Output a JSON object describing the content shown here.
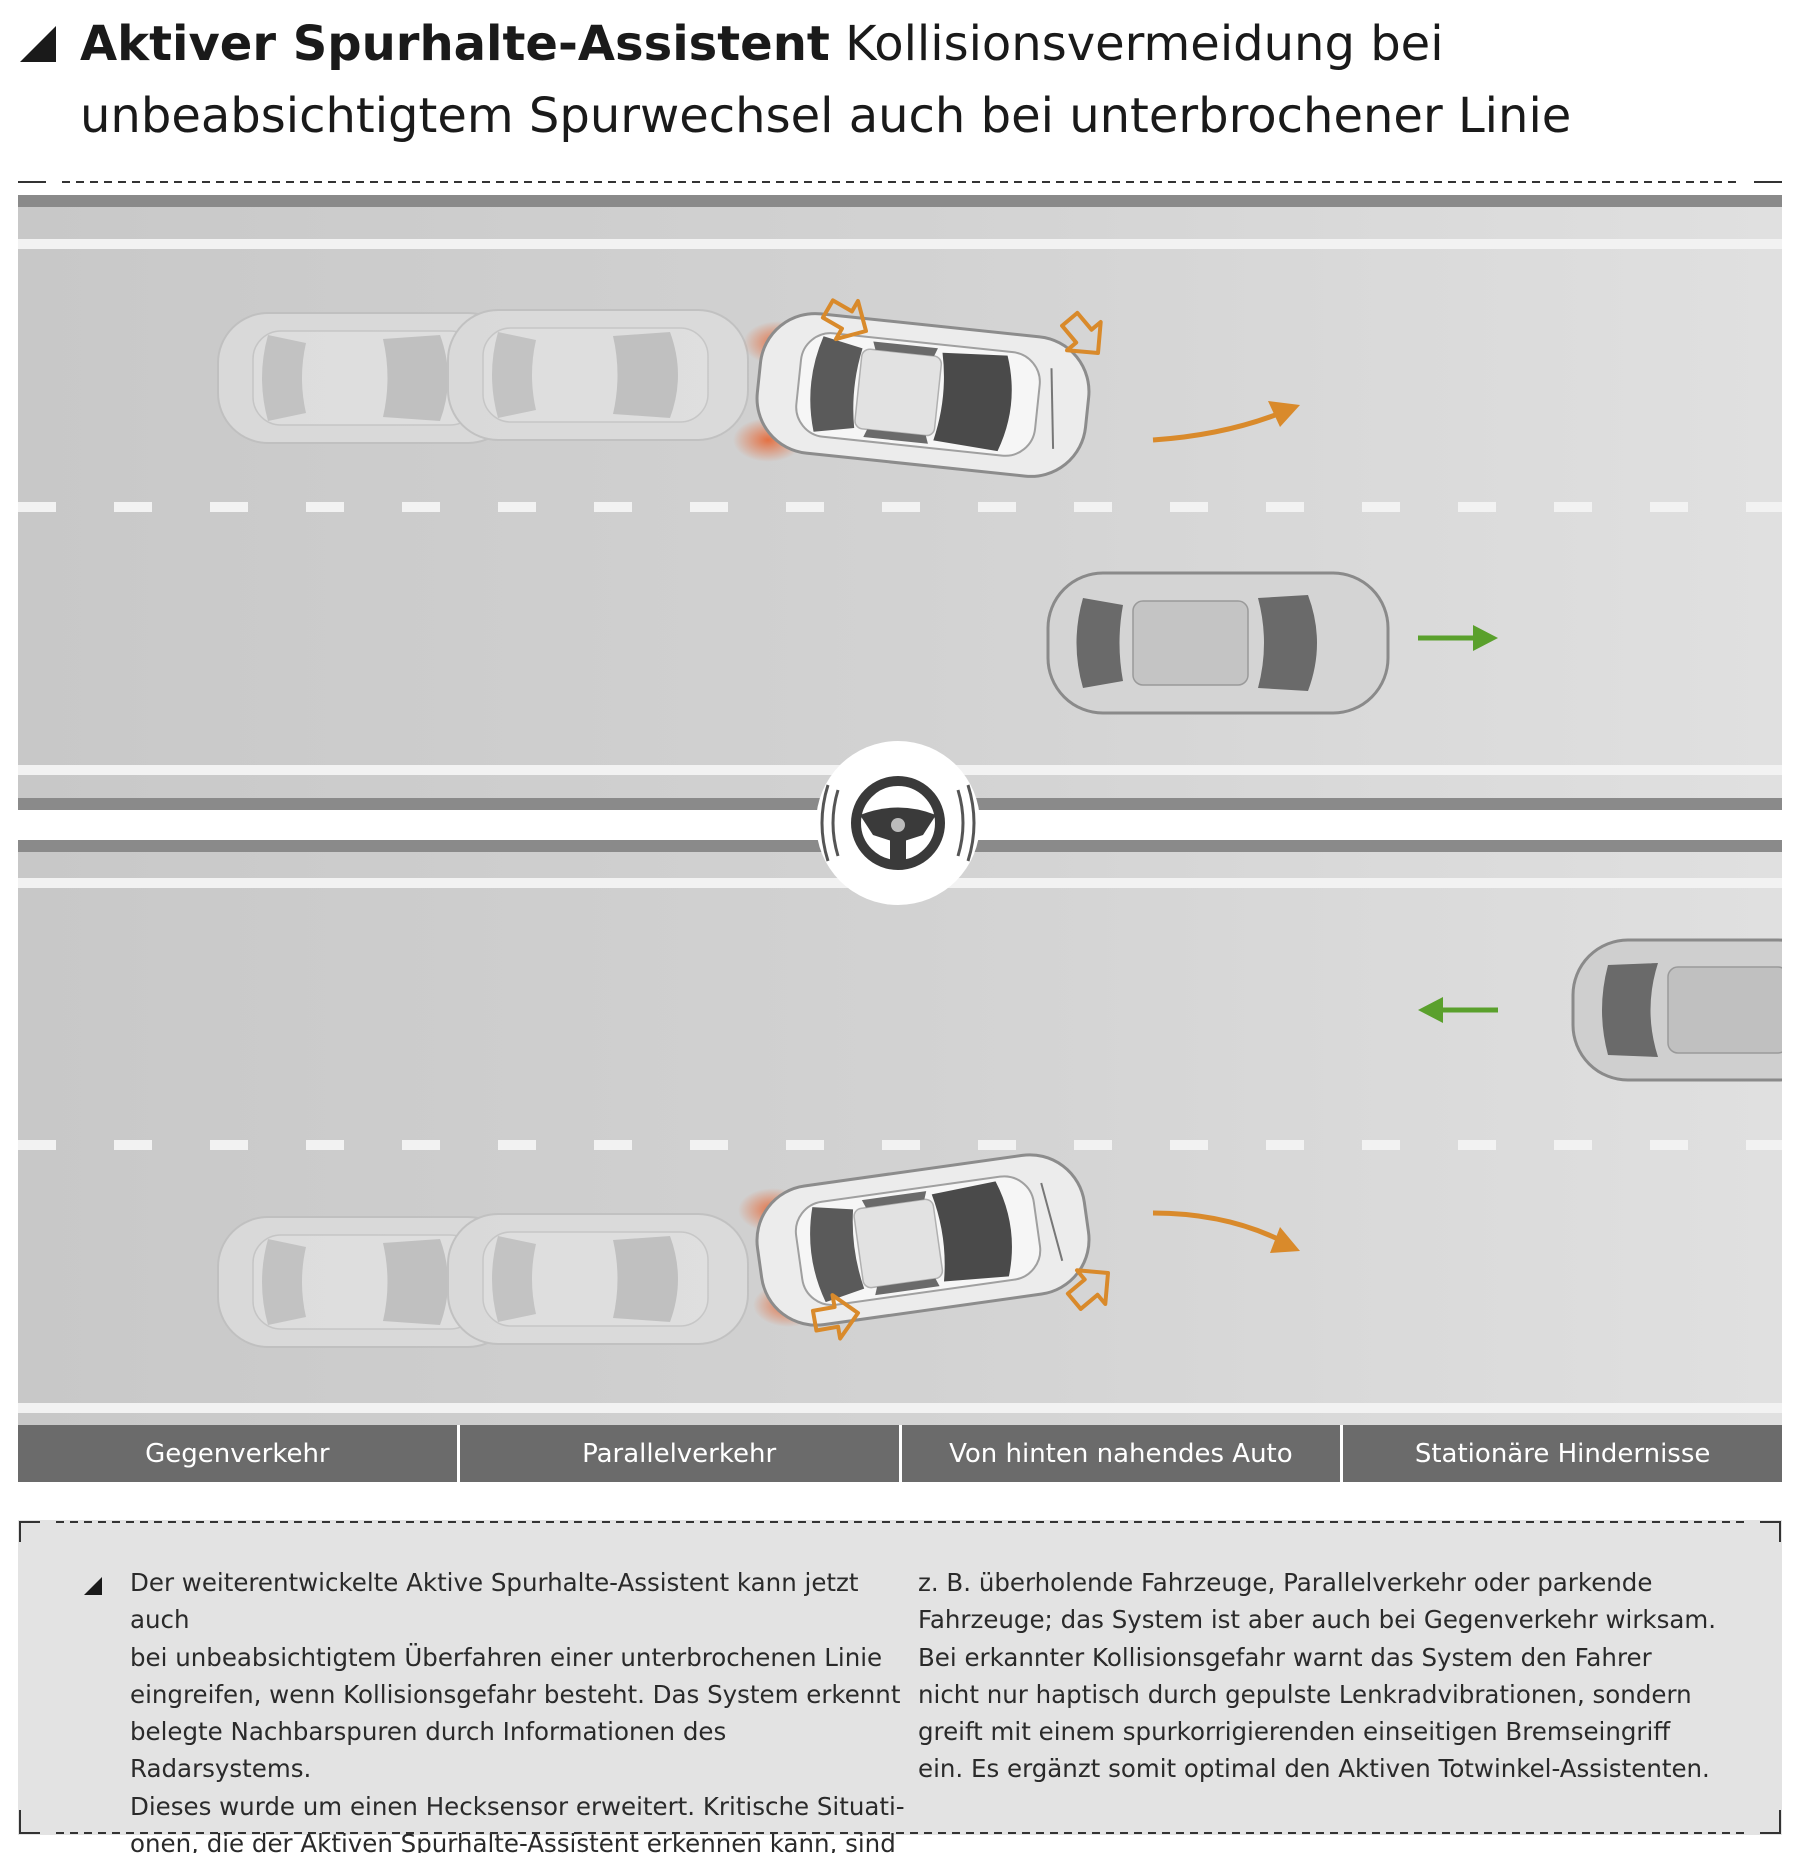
{
  "header": {
    "title_bold": "Aktiver Spurhalte-Assistent",
    "title_rest": "Kollisionsvermeidung bei unbeabsichtigtem Spurwechsel auch bei unterbrochener Linie"
  },
  "categories": [
    "Gegenverkehr",
    "Parallelverkehr",
    "Von hinten nahendes Auto",
    "Stationäre Hindernisse"
  ],
  "info": {
    "column1": "Der weiterentwickelte Aktive Spurhalte-Assistent kann jetzt auch\nbei unbeabsichtigtem Überfahren einer unterbrochenen Linie\neingreifen, wenn Kollisionsgefahr besteht. Das System erkennt\nbelegte Nachbarspuren durch Informationen des Radarsystems.\nDieses wurde um einen Hecksensor erweitert. Kritische Situati-\nonen, die der Aktiven Spurhalte-Assistent erkennen kann, sind",
    "column2": "z. B. überholende Fahrzeuge, Parallelverkehr oder parkende\nFahrzeuge; das System ist aber auch bei Gegenverkehr wirksam.\nBei erkannter Kollisionsgefahr warnt das System den Fahrer\nnicht nur haptisch durch gepulste Lenkradvibrationen, sondern\ngreift mit einem spurkorrigierenden einseitigen Bremseingriff\nein. Es ergänzt somit optimal den Aktiven Totwinkel-Assistenten."
  },
  "colors": {
    "road": "#cfcfcf",
    "road_edge": "#8a8a8a",
    "orange": "#d98a2b",
    "green": "#5aa02c",
    "category_bar": "#6b6b6b",
    "info_bg": "#e3e3e3"
  },
  "icons": [
    "steering-wheel-icon",
    "vibration-icon",
    "orange-arrow-icon",
    "green-arrow-icon",
    "warning-arrow-icon"
  ]
}
